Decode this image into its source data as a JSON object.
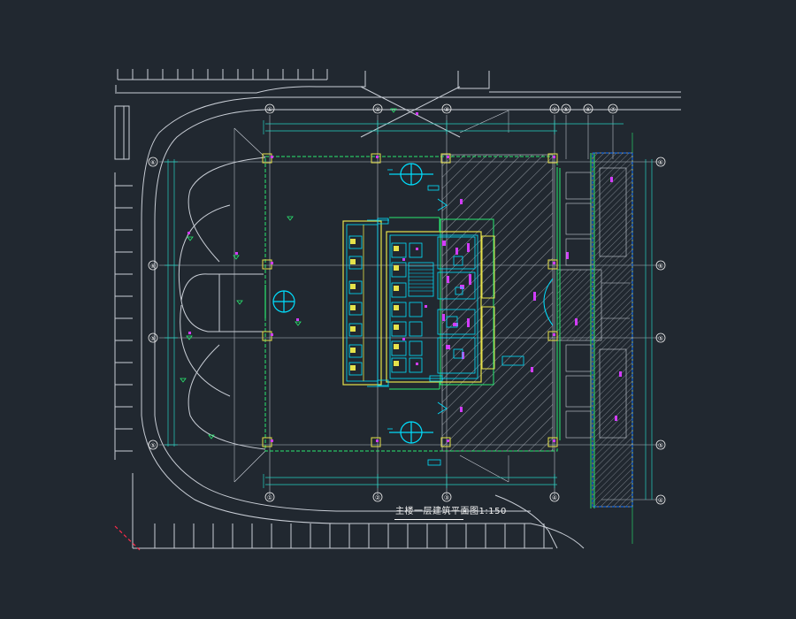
{
  "drawing": {
    "title": "主楼一层建筑平面图1:150",
    "background": "#212830",
    "colors": {
      "site_line": "#c9ced6",
      "grid_axis": "#b8bec7",
      "dimension": "#26d0c0",
      "wall": "#00e0ff",
      "yellow": "#e6e24a",
      "green": "#29e870",
      "magenta": "#d23cff",
      "hatch": "#a9b0b8",
      "red": "#ff2a4a"
    },
    "grid_bubbles_top": [
      "①",
      "②",
      "③",
      "④",
      "⑤",
      "⑥",
      "⑦"
    ],
    "grid_bubbles_bottom": [
      "①",
      "②",
      "③",
      "④"
    ],
    "grid_bubbles_left": [
      "⑥",
      "⑥",
      "⑤",
      "⑤"
    ],
    "grid_bubbles_right": [
      "⑥",
      "⑥",
      "⑤",
      "⑤",
      "④"
    ]
  }
}
